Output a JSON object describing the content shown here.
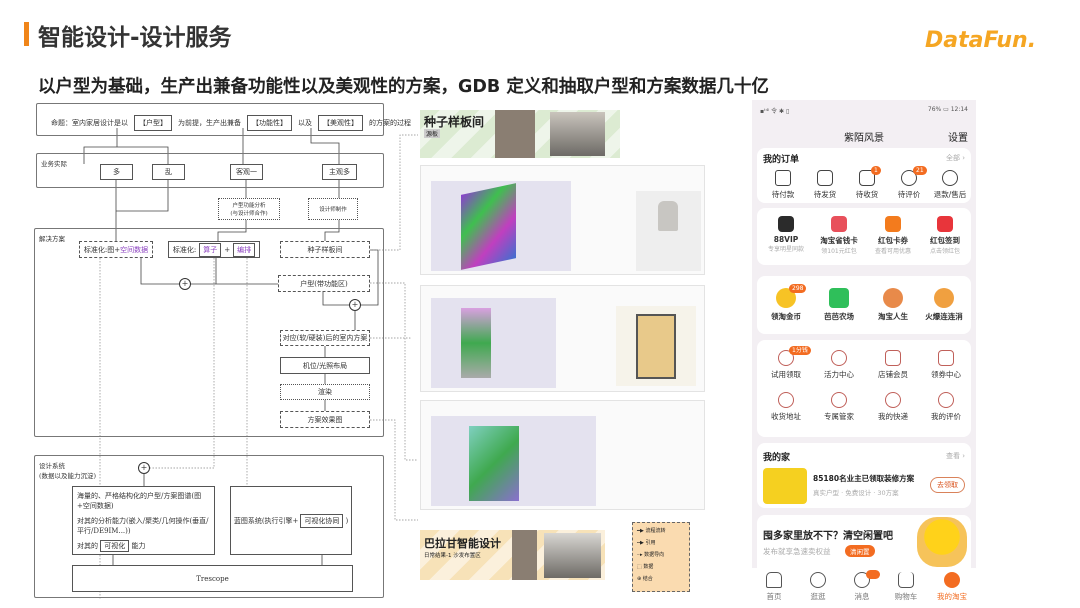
{
  "header": {
    "title": "智能设计-设计服务",
    "logo": "DataFun.",
    "subtitle": "以户型为基础，生产出兼备功能性以及美观性的方案，GDB 定义和抽取户型和方案数据几十亿"
  },
  "flow": {
    "premise": {
      "prefix": "命题：室内家居设计是以",
      "t1": "【户型】",
      "mid1": "为前提，生产出兼备",
      "t2": "【功能性】",
      "mid2": "以及",
      "t3": "【美观性】",
      "suffix": "的方案的过程"
    },
    "business": {
      "label": "业务实际",
      "items": [
        "多",
        "乱",
        "客观一",
        "主观多"
      ],
      "notes": [
        "户型功能分析\n(与设计师合作)",
        "设计师制作"
      ]
    },
    "solution": {
      "label": "解决方案",
      "std1_prefix": "标准化:图+",
      "std1_hl": "空间数据",
      "std2_prefix": "标准化:",
      "op": "算子",
      "plus": "+",
      "orch": "编排",
      "seed": "种子样板间",
      "layout": "户型(带功能区)",
      "scheme": "对应(软/硬装)后的室内方案",
      "camera": "机位/光照布局",
      "render": "渲染",
      "effect": "方案效果图",
      "join": "+"
    },
    "system": {
      "label": "设计系统\n(数据以及能力沉淀)",
      "left_l1": "海量的、严格结构化的户型/方案图谱(图+空间数据)",
      "left_l2": "对其的分析能力(嵌入/聚类/几何操作(垂直/平行/DE9IM...))",
      "left_l3_a": "对其的",
      "left_l3_hl": "可视化",
      "left_l3_b": "能力",
      "right_a": "蓝图系统(执行引擎+",
      "right_hl": "可视化协同",
      "right_b": ")",
      "trescope": "Trescope"
    }
  },
  "screens": {
    "seed_title": "种子样板间",
    "seed_tag": "源板",
    "barragan_title": "巴拉甘智能设计",
    "barragan_tag": "日常结果-1  沙发布置区",
    "legend": [
      "流程流转",
      "引用",
      "数据导向",
      "数据",
      "结合"
    ]
  },
  "phone": {
    "status_left": "▪ᵗ⁴ˡ 令 ✱ ▯",
    "status_right": "76% ▭ 12:14",
    "name": "紫陌风景",
    "settings": "设置",
    "orders": {
      "title": "我的订单",
      "all": "全部 ›",
      "items": [
        {
          "label": "待付款"
        },
        {
          "label": "待发货"
        },
        {
          "label": "待收货",
          "badge": "1"
        },
        {
          "label": "待评价",
          "badge": "21"
        },
        {
          "label": "退款/售后"
        }
      ]
    },
    "promos": [
      {
        "title": "88VIP",
        "sub": "专享明星同款",
        "color": "#2b2b2b"
      },
      {
        "title": "淘宝省钱卡",
        "sub": "领101元红包",
        "color": "#e8505b"
      },
      {
        "title": "红包卡券",
        "sub": "查看可用优惠",
        "color": "#f37b1d"
      },
      {
        "title": "红包签到",
        "sub": "点击领红包",
        "color": "#e8353b"
      }
    ],
    "games": [
      {
        "label": "领淘金币",
        "badge": "298",
        "color": "#f7c325"
      },
      {
        "label": "芭芭农场",
        "color": "#2fbf5a"
      },
      {
        "label": "淘宝人生",
        "color": "#e88a4a"
      },
      {
        "label": "火爆连连消",
        "color": "#f0a040"
      }
    ],
    "services": [
      {
        "label": "试用领取",
        "badge": "1分钱"
      },
      {
        "label": "活力中心"
      },
      {
        "label": "店铺会员"
      },
      {
        "label": "领券中心"
      },
      {
        "label": "收货地址"
      },
      {
        "label": "专属管家"
      },
      {
        "label": "我的快递"
      },
      {
        "label": "我的评价"
      }
    ],
    "home": {
      "title": "我的家",
      "more": "查看 ›",
      "headline": "85180名业主已领取装修方案",
      "desc": "真实户型 · 免费设计 · 30方案",
      "button": "去领取"
    },
    "idle": {
      "title": "囤多家里放不下？清空闲置吧",
      "desc": "发布就享急速卖权益",
      "button": "清闲置"
    },
    "tabs": [
      {
        "label": "首页"
      },
      {
        "label": "逛逛"
      },
      {
        "label": "消息"
      },
      {
        "label": "购物车"
      },
      {
        "label": "我的淘宝",
        "active": true
      }
    ],
    "accent": "#f36c21"
  }
}
